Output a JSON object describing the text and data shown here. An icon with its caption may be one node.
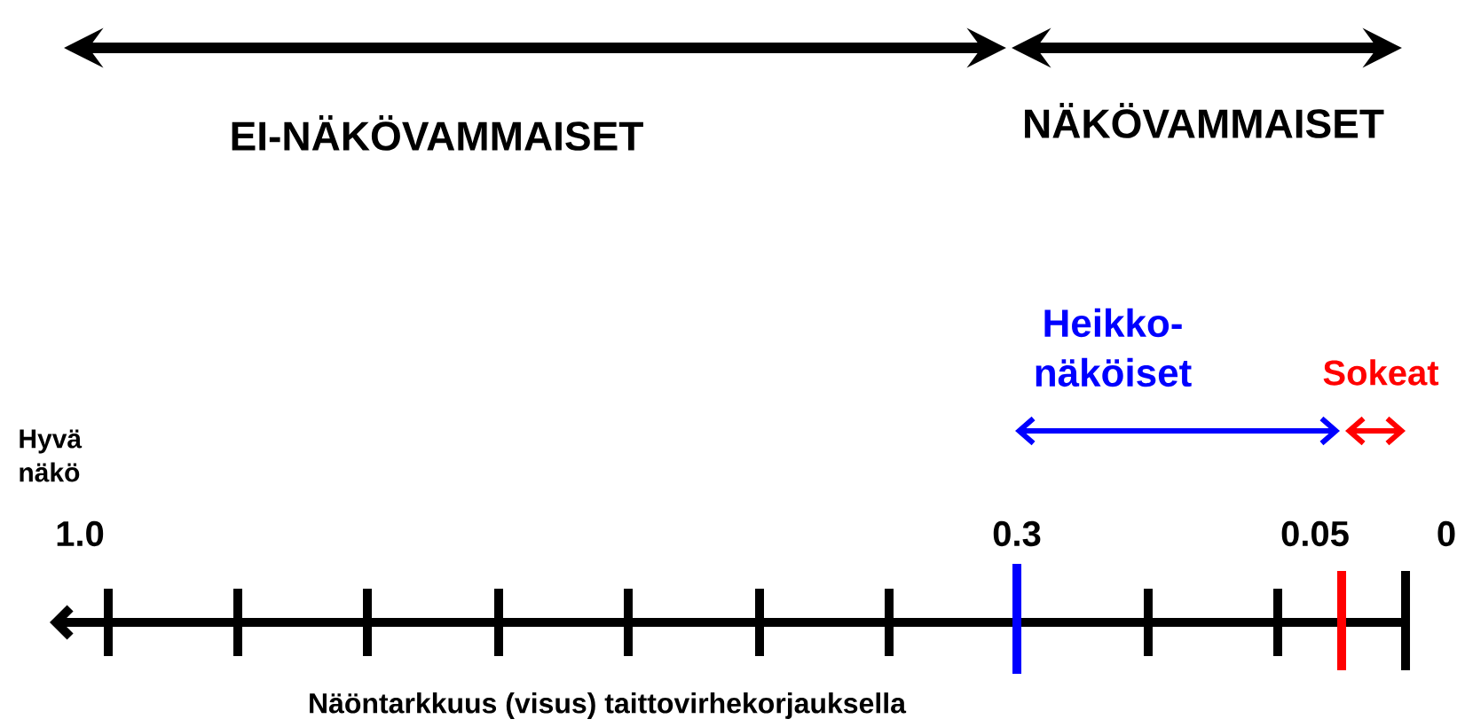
{
  "diagram": {
    "labels": [
      "EI-NÄKÖVAMMAISET",
      "NÄKÖVAMMAISET",
      "Heikko- näköiset",
      "Sokeat",
      "Hyvä näkö",
      "1.0",
      "0.3",
      "0.05",
      "0",
      "Näöntarkkuus (visus) taittovirhekorjauksella"
    ]
  }
}
